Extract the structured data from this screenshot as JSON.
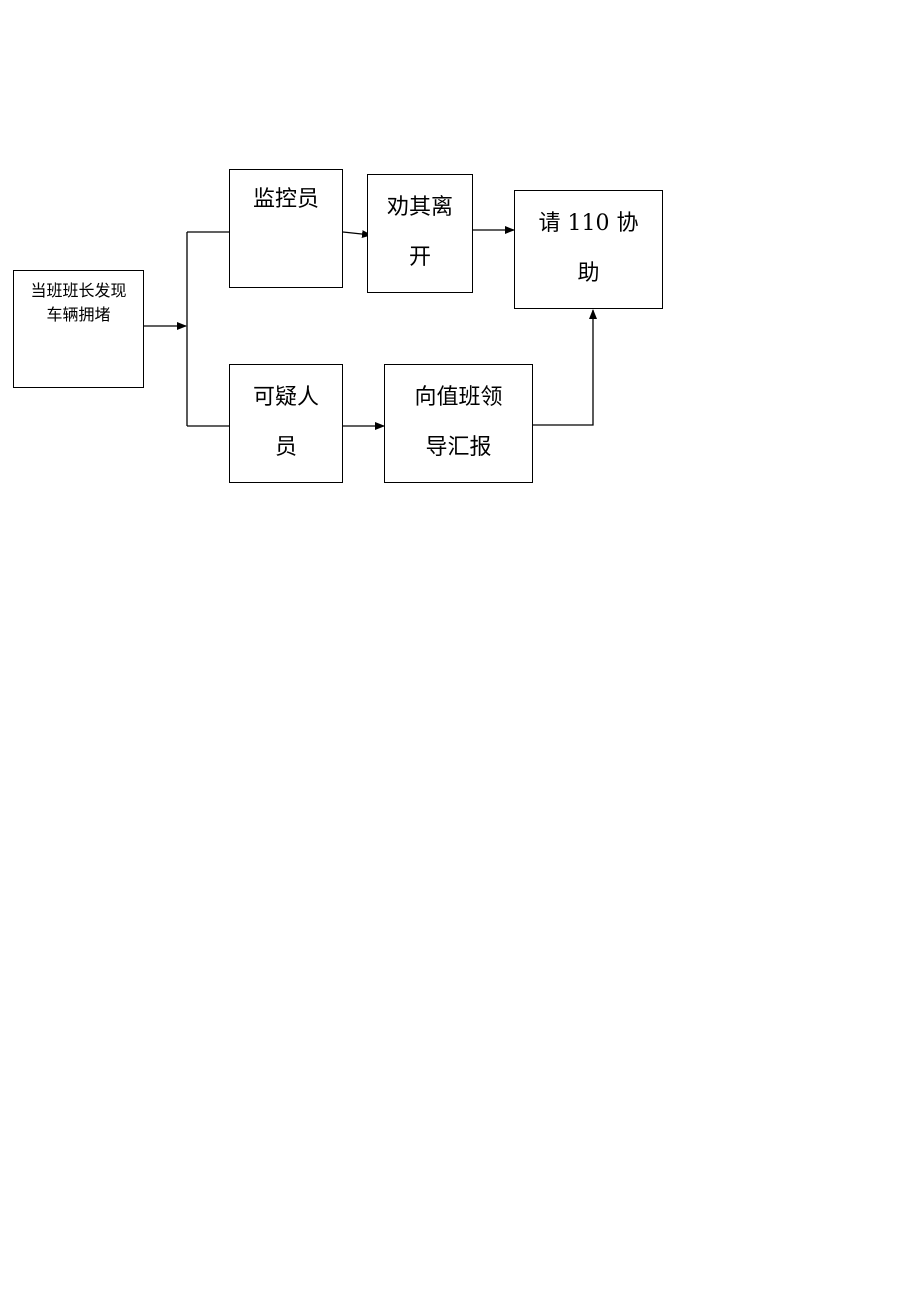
{
  "diagram": {
    "nodes": {
      "start": "当班班长发现车辆拥堵",
      "monitor": "监控员",
      "persuade": "劝其离开",
      "police": "请 110 协助",
      "suspect": "可疑人员",
      "report": "向值班领导汇报"
    },
    "edges": [
      {
        "from": "start",
        "to": "monitor"
      },
      {
        "from": "start",
        "to": "suspect"
      },
      {
        "from": "monitor",
        "to": "persuade"
      },
      {
        "from": "persuade",
        "to": "police"
      },
      {
        "from": "suspect",
        "to": "report"
      },
      {
        "from": "report",
        "to": "police"
      }
    ]
  }
}
